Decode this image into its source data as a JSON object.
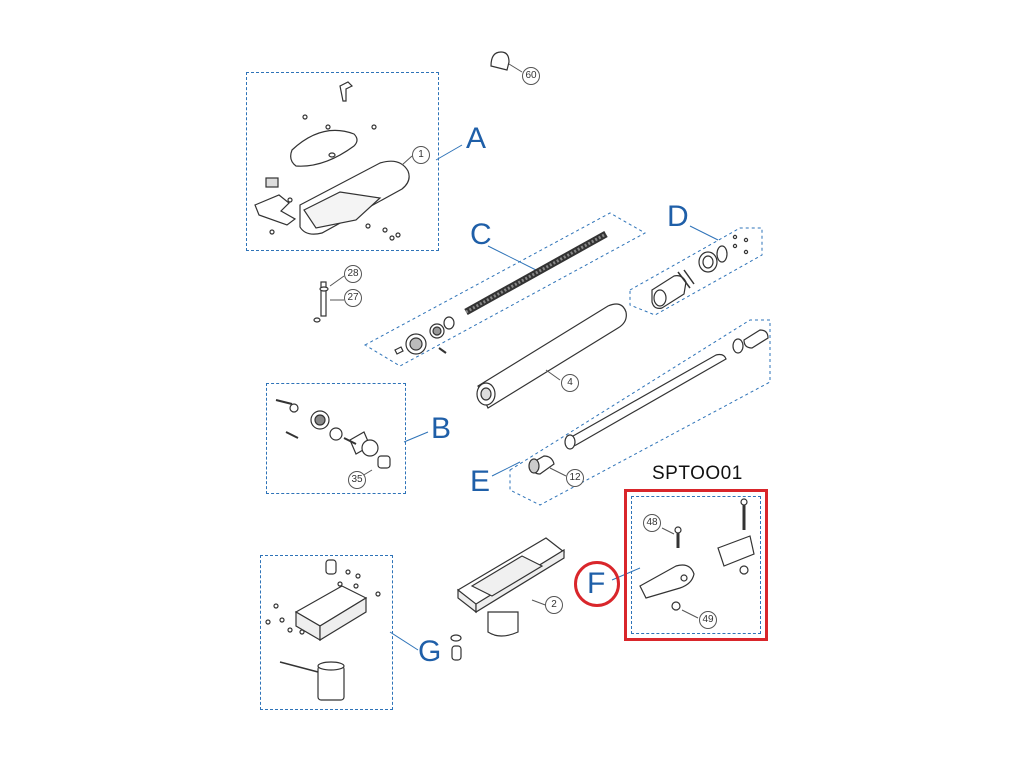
{
  "groups": {
    "A": {
      "letter": "A"
    },
    "B": {
      "letter": "B"
    },
    "C": {
      "letter": "C"
    },
    "D": {
      "letter": "D"
    },
    "E": {
      "letter": "E"
    },
    "F": {
      "letter": "F"
    },
    "G": {
      "letter": "G"
    }
  },
  "kit": {
    "code": "SPTOO01"
  },
  "callouts": {
    "c60": "60",
    "c1": "1",
    "c28": "28",
    "c27": "27",
    "c4": "4",
    "c35": "35",
    "c12": "12",
    "c48": "48",
    "c49": "49",
    "c2": "2"
  },
  "colors": {
    "group_border": "#2e73b8",
    "group_letter": "#1f5fa8",
    "highlight": "#d9262b"
  }
}
